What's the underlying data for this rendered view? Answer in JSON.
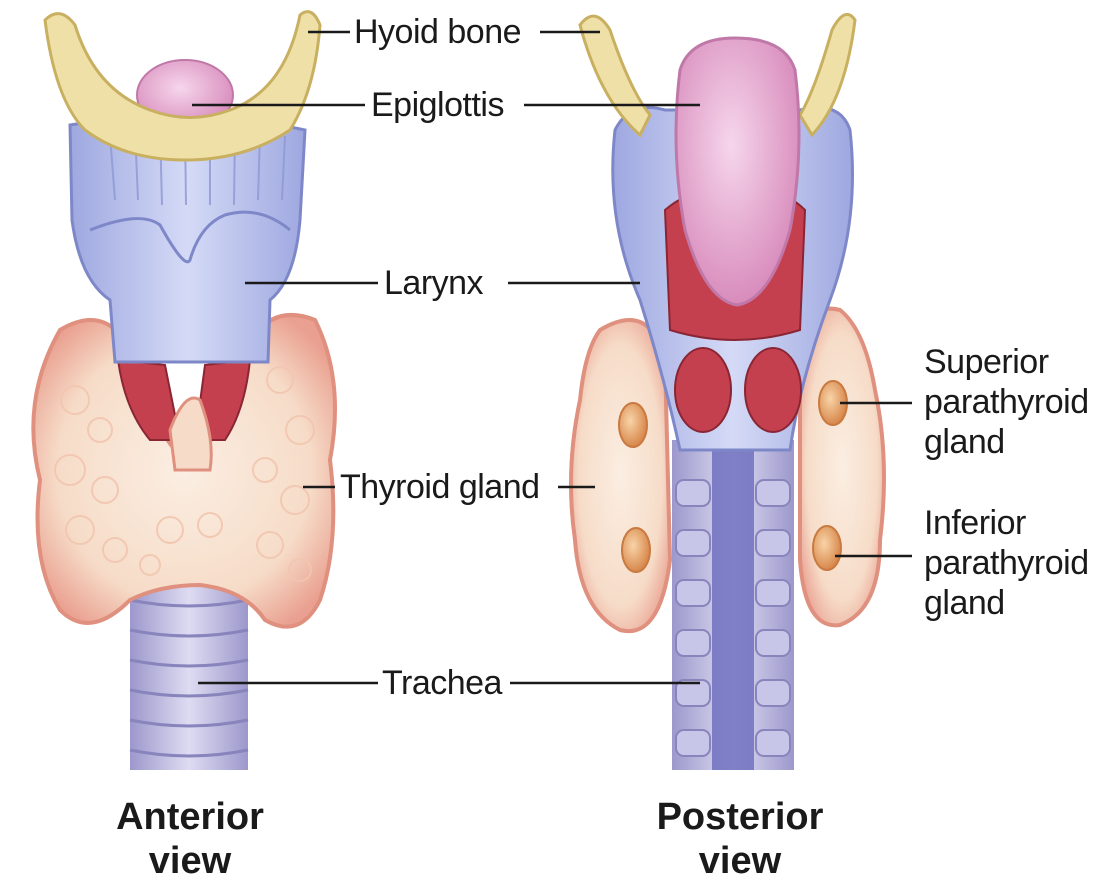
{
  "labels": {
    "hyoid_bone": "Hyoid bone",
    "epiglottis": "Epiglottis",
    "larynx": "Larynx",
    "thyroid_gland": "Thyroid gland",
    "trachea": "Trachea",
    "superior_parathyroid": [
      "Superior",
      "parathyroid",
      "gland"
    ],
    "inferior_parathyroid": [
      "Inferior",
      "parathyroid",
      "gland"
    ]
  },
  "views": {
    "anterior": [
      "Anterior",
      "view"
    ],
    "posterior": [
      "Posterior",
      "view"
    ]
  },
  "colors": {
    "hyoid": "#efe0a8",
    "epiglottis": "#e8a8d0",
    "larynx": "#b8c2ec",
    "thyroid": "#f6dcc8",
    "thyroid_rim": "#e89a8a",
    "muscle": "#c8404c",
    "trachea": "#b9b6dc",
    "parathyroid": "#f0b878",
    "leader": "#1a1a1a"
  }
}
